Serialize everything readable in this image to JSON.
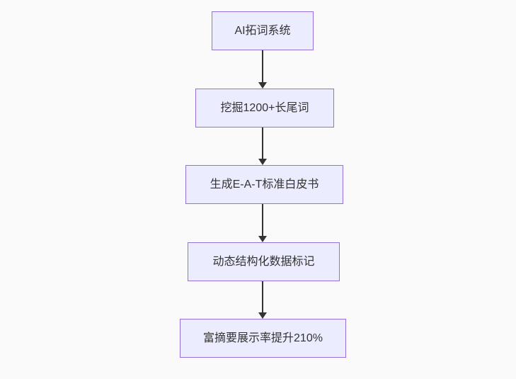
{
  "diagram": {
    "type": "flowchart-top-down",
    "background_color": "#fafafa",
    "node_fill_color": "#ECECFF",
    "node_border_color": "#9370DB",
    "node_text_color": "#333333",
    "edge_color": "#333333",
    "nodes": [
      {
        "id": "node-1",
        "label": "AI拓词系统"
      },
      {
        "id": "node-2",
        "label": "挖掘1200+长尾词"
      },
      {
        "id": "node-3",
        "label": "生成E-A-T标准白皮书"
      },
      {
        "id": "node-4",
        "label": "动态结构化数据标记"
      },
      {
        "id": "node-5",
        "label": "富摘要展示率提升210%"
      }
    ],
    "edges": [
      {
        "from": "node-1",
        "to": "node-2"
      },
      {
        "from": "node-2",
        "to": "node-3"
      },
      {
        "from": "node-3",
        "to": "node-4"
      },
      {
        "from": "node-4",
        "to": "node-5"
      }
    ]
  }
}
